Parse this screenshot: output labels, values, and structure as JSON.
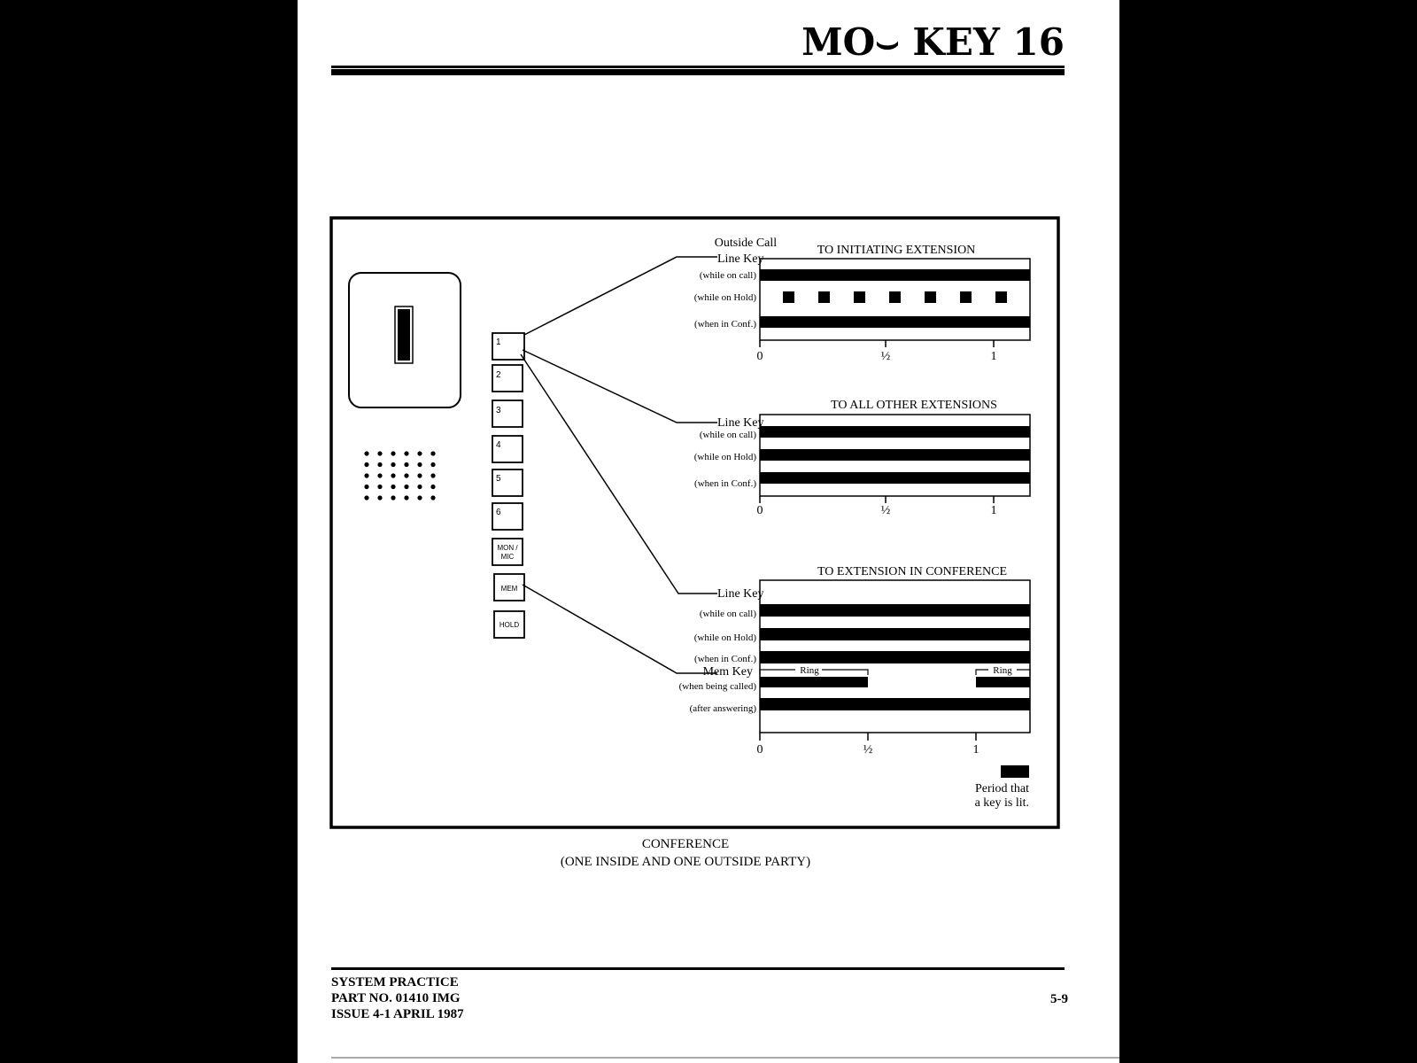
{
  "header": {
    "title": "MO⌣ KEY 16"
  },
  "phone": {
    "keys": [
      "1",
      "2",
      "3",
      "4",
      "5",
      "6",
      "MON /",
      "MIC",
      "MEM",
      "HOLD"
    ]
  },
  "diagram": {
    "panel1": {
      "title": "TO INITIATING EXTENSION",
      "key_top": "Outside Call",
      "key_label": "Line Key",
      "rows": [
        "(while on call)",
        "(while on Hold)",
        "(when in Conf.)"
      ],
      "bar_pattern": [
        "solid",
        "flash",
        "solid"
      ],
      "ticks": [
        "0",
        "½",
        "1"
      ]
    },
    "panel2": {
      "title": "TO ALL OTHER EXTENSIONS",
      "key_label": "Line Key",
      "rows": [
        "(while on call)",
        "(while on Hold)",
        "(when in Conf.)"
      ],
      "bar_pattern": [
        "solid",
        "solid",
        "solid"
      ],
      "ticks": [
        "0",
        "½",
        "1"
      ]
    },
    "panel3": {
      "title": "TO EXTENSION IN CONFERENCE",
      "key_label": "Line Key",
      "rows": [
        "(while on call)",
        "(while on Hold)",
        "(when in Conf.)"
      ],
      "mem_label": "Mem Key",
      "mem_rows": [
        "(when being called)",
        "(after answering)"
      ],
      "ring_label": "Ring",
      "ticks": [
        "0",
        "½",
        "1"
      ]
    },
    "legend": {
      "line1": "Period that",
      "line2": "a key is lit."
    }
  },
  "caption": {
    "line1": "CONFERENCE",
    "line2": "(ONE INSIDE AND ONE OUTSIDE PARTY)"
  },
  "footer": {
    "line1": "SYSTEM PRACTICE",
    "line2": "PART NO. 01410 IMG",
    "line3": "ISSUE 4-1  APRIL 1987",
    "page_number": "5-9"
  }
}
